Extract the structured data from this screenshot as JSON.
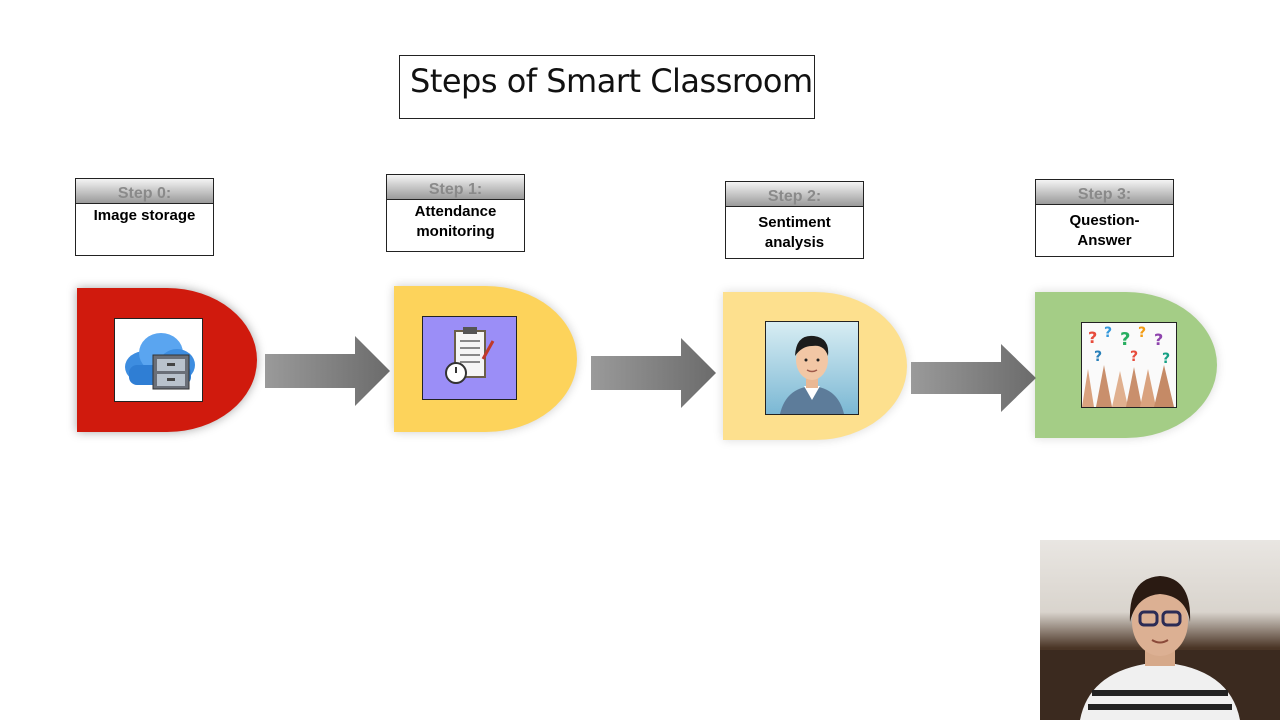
{
  "title": "Steps of Smart Classroom",
  "steps": [
    {
      "head": "Step 0:",
      "label": "Image storage",
      "icon": "cloud-storage-icon",
      "color": "#d01a0d"
    },
    {
      "head": "Step 1:",
      "label": "Attendance monitoring",
      "icon": "clipboard-stopwatch-icon",
      "color": "#fdd35b"
    },
    {
      "head": "Step 2:",
      "label": "Sentiment analysis",
      "icon": "person-face-icon",
      "color": "#fde08e"
    },
    {
      "head": "Step 3:",
      "label": "Question-Answer",
      "icon": "question-hands-icon",
      "color": "#a4cd86"
    }
  ],
  "colors": {
    "arrow": "#7a7a7a",
    "title_border": "#222222"
  }
}
